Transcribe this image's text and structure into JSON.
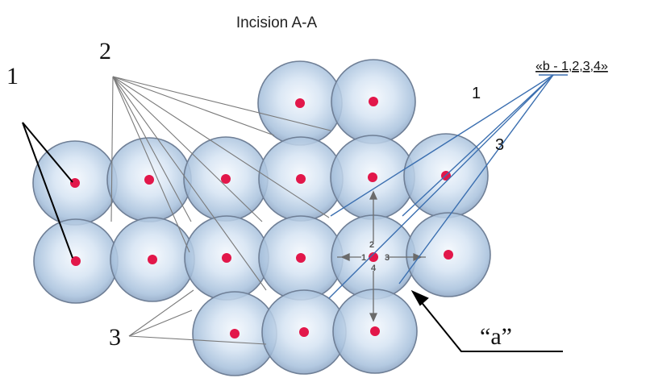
{
  "title": "Incision A-A",
  "labels": {
    "label_1": "1",
    "label_2": "2",
    "label_3": "3",
    "label_a": "“a”",
    "label_b": "«b - 1,2,3,4»",
    "right_1": "1",
    "right_3": "3"
  },
  "inner_labels": {
    "n1": "1",
    "n2": "2",
    "n3": "3",
    "n4": "4"
  },
  "colors": {
    "sphere_fill": "#bcd3ea",
    "sphere_edge": "#6f7f96",
    "dot": "#e2174a",
    "leader_gray": "#7a7a7a",
    "leader_blue": "#3b6fb0",
    "leader_black": "#000000"
  }
}
